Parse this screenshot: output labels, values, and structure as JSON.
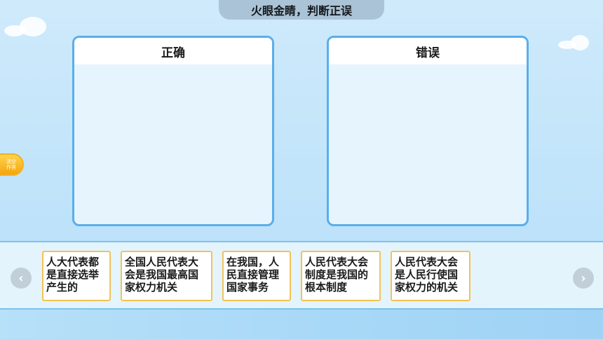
{
  "header": {
    "title": "火眼金睛，判断正误"
  },
  "panels": [
    {
      "title": "正确"
    },
    {
      "title": "错误"
    }
  ],
  "clear_button": {
    "line1": "清空",
    "line2": "作答"
  },
  "cards": [
    {
      "text": "人大代表都是直接选举产生的"
    },
    {
      "text": "全国人民代表大会是我国最高国家权力机关"
    },
    {
      "text": "在我国，人民直接管理国家事务"
    },
    {
      "text": "人民代表大会制度是我国的根本制度"
    },
    {
      "text": "人民代表大会是人民行使国家权力的机关"
    }
  ],
  "nav": {
    "prev": "‹",
    "next": "›"
  },
  "colors": {
    "panel_border": "#5aaeea",
    "card_border": "#f3c257",
    "clear_button": "#f5a50f",
    "title_pill": "#aac3d6"
  }
}
